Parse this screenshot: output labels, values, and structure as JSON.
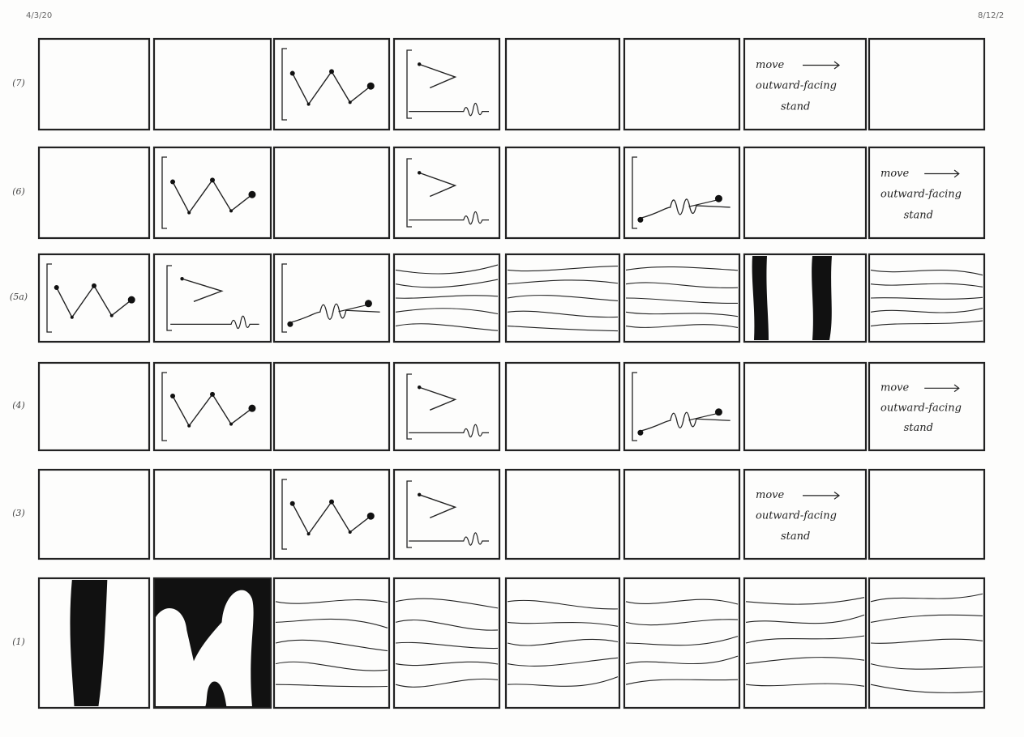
{
  "corners": {
    "left": "4/3/20",
    "right": "8/12/2"
  },
  "rows": [
    {
      "label": "(7)",
      "cells": [
        "empty",
        "empty",
        "zigzag",
        "corner",
        "empty",
        "empty",
        "note",
        "empty"
      ]
    },
    {
      "label": "(6)",
      "cells": [
        "empty",
        "zigzag",
        "empty",
        "corner",
        "empty",
        "wiggle",
        "empty",
        "note"
      ]
    },
    {
      "label": "(5a)",
      "cells": [
        "zigzag",
        "corner",
        "wiggle",
        "lines",
        "lines",
        "lines",
        "bars",
        "lines"
      ]
    },
    {
      "label": "(4)",
      "cells": [
        "empty",
        "zigzag",
        "empty",
        "corner",
        "empty",
        "wiggle",
        "empty",
        "note"
      ]
    },
    {
      "label": "(3)",
      "cells": [
        "empty",
        "empty",
        "zigzag",
        "corner",
        "empty",
        "empty",
        "note",
        "empty"
      ]
    },
    {
      "label": "(1)",
      "cells": [
        "blob1",
        "blob2",
        "lines",
        "lines",
        "lines",
        "lines",
        "lines",
        "lines"
      ]
    }
  ],
  "note": {
    "line1": "move",
    "line2": "outward-facing",
    "line3": "stand"
  },
  "icons": {
    "arrow": "right-arrow-icon"
  },
  "colors": {
    "ink": "#222222",
    "fill": "#111111",
    "paper": "#fdfdfc"
  }
}
